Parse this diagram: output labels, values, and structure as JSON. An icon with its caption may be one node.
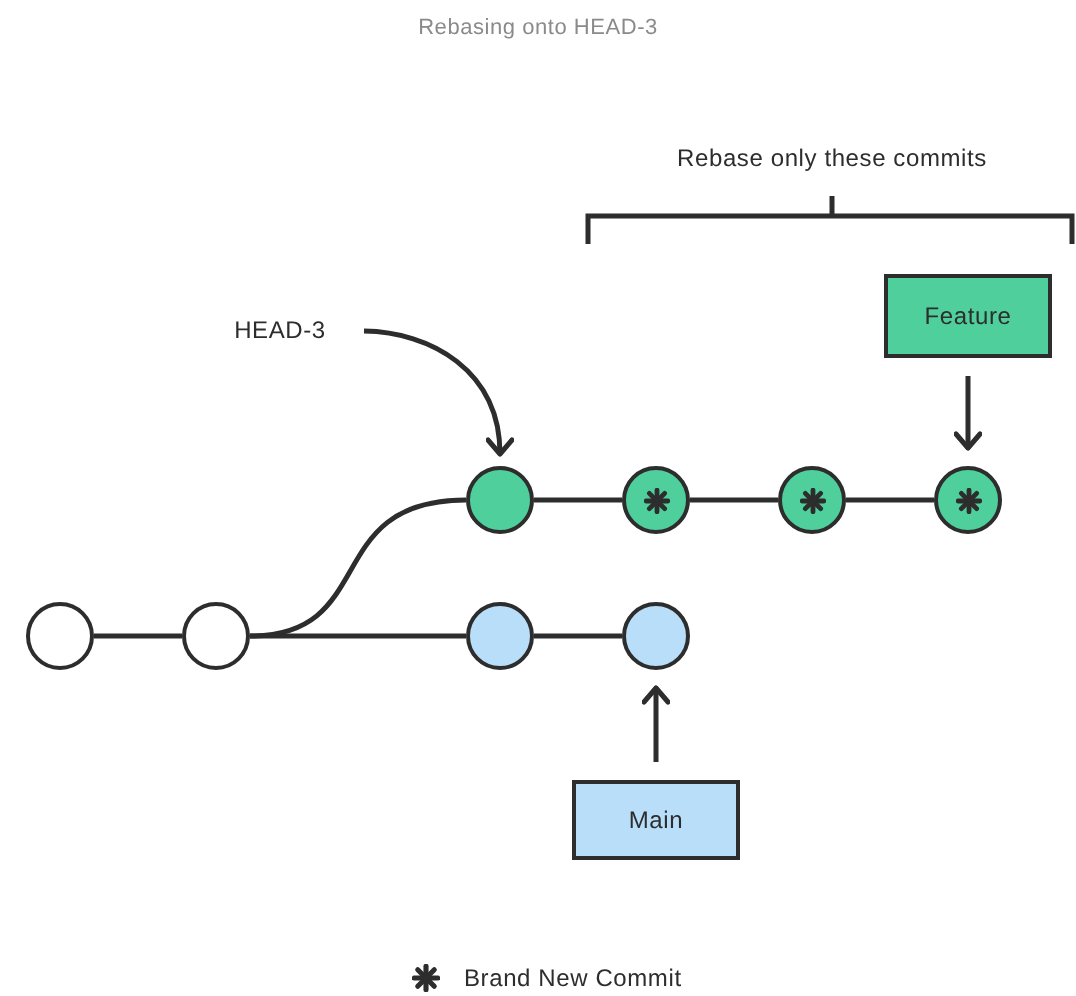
{
  "diagram": {
    "title": "Rebasing onto HEAD-3",
    "nodes": [
      {
        "text": [],
        "shape": "circle"
      },
      {
        "text": [],
        "shape": "circle"
      },
      {
        "text": [],
        "shape": "circle"
      },
      {
        "text": [],
        "shape": "circle"
      },
      {
        "text": [],
        "shape": "circle"
      },
      {
        "text": [],
        "shape": "circle"
      },
      {
        "text": [],
        "shape": "circle"
      },
      {
        "text": [],
        "shape": "circle"
      },
      {
        "text": [
          "Feature"
        ]
      },
      {
        "text": [
          "Main"
        ]
      },
      {
        "text": [
          "HEAD-3"
        ]
      }
    ],
    "edges": [
      {
        "from": 0,
        "to": 1,
        "arrow": "none"
      },
      {
        "from": 1,
        "to": 2,
        "arrow": "none"
      },
      {
        "from": 1,
        "to": 6,
        "arrow": "none"
      },
      {
        "from": 2,
        "to": 3,
        "arrow": "none"
      },
      {
        "from": 3,
        "to": 4,
        "arrow": "none"
      },
      {
        "from": 4,
        "to": 5,
        "arrow": "none"
      },
      {
        "from": 6,
        "to": 7,
        "arrow": "none"
      },
      {
        "from": 8,
        "to": 5,
        "arrow": "to"
      },
      {
        "from": 9,
        "to": 7,
        "arrow": "to"
      },
      {
        "from": 10,
        "to": 2,
        "arrow": "to"
      }
    ],
    "labels": [
      "Rebase only these commits"
    ],
    "legend": [
      {
        "text": "Brand New Commit"
      }
    ]
  }
}
